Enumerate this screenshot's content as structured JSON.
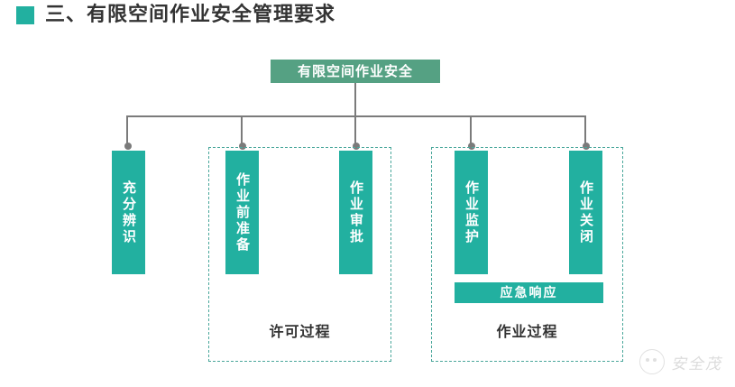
{
  "heading": {
    "bullet_color": "#22b0a0",
    "text": "三、有限空间作业安全管理要求"
  },
  "diagram": {
    "root": {
      "label": "有限空间作业安全",
      "color": "#55a183"
    },
    "node_color": "#22b0a0",
    "connector_color": "#7b7b7b",
    "group_border_color": "#4aa79b",
    "nodes": [
      {
        "label": "充分辨识",
        "name": "node-full-identification"
      },
      {
        "label": "作业前准备",
        "name": "node-pre-work-preparation"
      },
      {
        "label": "作业审批",
        "name": "node-work-approval"
      },
      {
        "label": "作业监护",
        "name": "node-work-supervision"
      },
      {
        "label": "作业关闭",
        "name": "node-work-closure"
      }
    ],
    "groups": [
      {
        "label": "许可过程",
        "name": "group-permit-process"
      },
      {
        "label": "作业过程",
        "name": "group-work-process"
      }
    ],
    "emergency_bar": {
      "label": "应急响应",
      "color": "#22b0a0"
    }
  },
  "watermark": {
    "text": "安全茂",
    "icon": "smiley-circle-logo"
  }
}
